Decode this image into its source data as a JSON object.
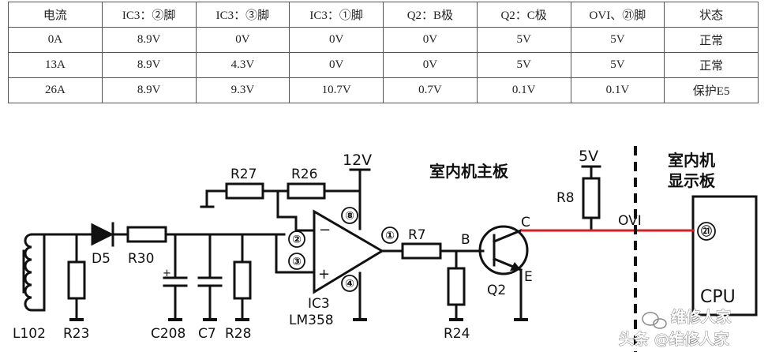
{
  "table": {
    "headers": [
      "电流",
      "IC3：②脚",
      "IC3：③脚",
      "IC3：①脚",
      "Q2：B极",
      "Q2：C极",
      "OVI、㉑脚",
      "状态"
    ],
    "rows": [
      [
        "0A",
        "8.9V",
        "0V",
        "0V",
        "0V",
        "5V",
        "5V",
        "正常"
      ],
      [
        "13A",
        "8.9V",
        "4.3V",
        "0V",
        "0V",
        "5V",
        "5V",
        "正常"
      ],
      [
        "26A",
        "8.9V",
        "9.3V",
        "10.7V",
        "0.7V",
        "0.1V",
        "0.1V",
        "保护E5"
      ]
    ]
  },
  "diagram": {
    "components": {
      "l102": "L102",
      "r23": "R23",
      "d5": "D5",
      "r30": "R30",
      "c208": "C208",
      "c7": "C7",
      "r28": "R28",
      "r27": "R27",
      "r26": "R26",
      "ic3": "IC3",
      "lm358": "LM358",
      "r7": "R7",
      "r24": "R24",
      "q2": "Q2",
      "r8": "R8",
      "cpu": "CPU"
    },
    "supply_12v": "12V",
    "supply_5v": "5V",
    "pins": {
      "p1": "①",
      "p2": "②",
      "p3": "③",
      "p4": "④",
      "p8": "⑧",
      "p21": "㉑"
    },
    "signs": {
      "minus": "−",
      "plus": "+",
      "cap_plus": "+"
    },
    "nodes": {
      "b": "B",
      "c": "C",
      "e": "E",
      "ovi": "OVI"
    },
    "headings": {
      "main_board": "室内机主板",
      "display_board_1": "室内机",
      "display_board_2": "显示板"
    },
    "signal_color": "#d81f26"
  },
  "watermark": {
    "line1": "维修人家",
    "line2": "头条 @维修人家"
  }
}
